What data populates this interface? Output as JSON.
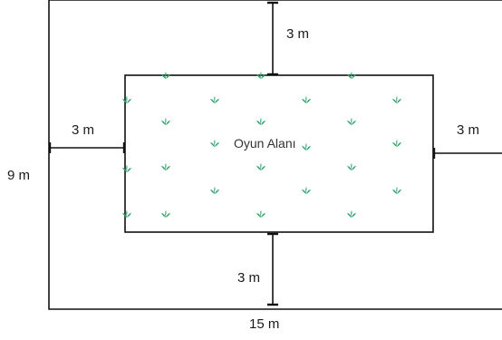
{
  "colors": {
    "line": "#111111",
    "grass": "#2fa36b",
    "background": "#ffffff"
  },
  "playground": {
    "label": "Oyun Alanı"
  },
  "dimensions": {
    "top_gap": "3 m",
    "left_gap": "3 m",
    "right_gap": "3 m",
    "bottom_gap": "3 m",
    "outer_height": "9 m",
    "outer_width": "15 m"
  },
  "icons": {
    "grass": "grass-tuft-icon"
  }
}
